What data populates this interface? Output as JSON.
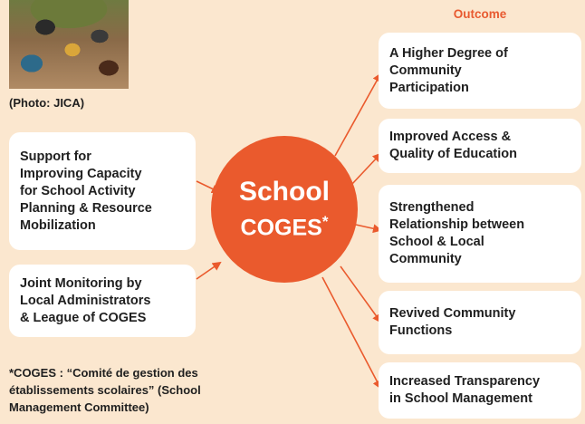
{
  "photo": {
    "credit": "(Photo: JICA)"
  },
  "inputs": [
    {
      "label": "Support for\nImproving Capacity\nfor School Activity\nPlanning & Resource\nMobilization"
    },
    {
      "label": "Joint Monitoring by\nLocal Administrators\n& League of COGES"
    }
  ],
  "center": {
    "line1": "School",
    "line2": "COGES",
    "marker": "*"
  },
  "outcome": {
    "heading": "Outcome",
    "items": [
      {
        "label": "A Higher Degree of\nCommunity\nParticipation"
      },
      {
        "label": "Improved Access &\nQuality of Education"
      },
      {
        "label": "Strengthened\nRelationship between\nSchool & Local\nCommunity"
      },
      {
        "label": "Revived Community\nFunctions"
      },
      {
        "label": "Increased Transparency\nin School Management"
      }
    ]
  },
  "footnote": "*COGES : “Comité de gestion des\nétablissements scolaires” (School\nManagement Committee)",
  "colors": {
    "accent": "#ea5a2d",
    "background": "#fbe7cf",
    "box": "#ffffff"
  }
}
